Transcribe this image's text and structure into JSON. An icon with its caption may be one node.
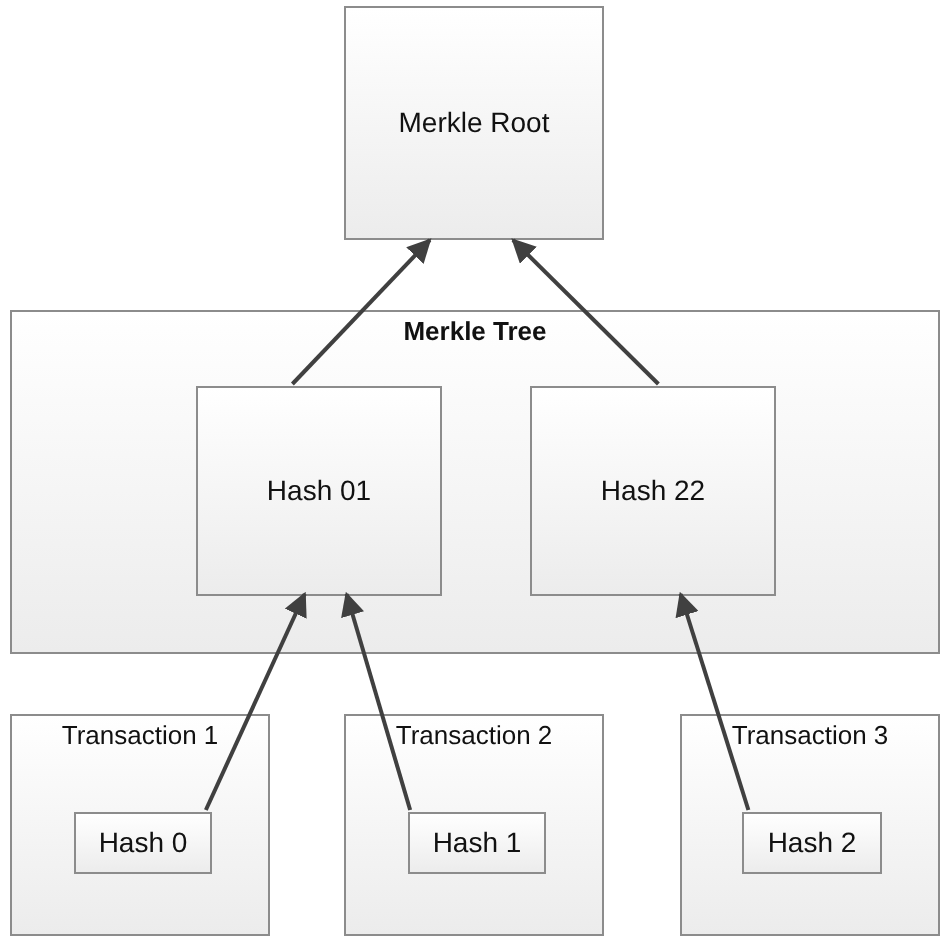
{
  "diagram": {
    "nodes": [
      {
        "text": [
          "Merkle Root"
        ]
      },
      {
        "text": [
          "Merkle Tree"
        ]
      },
      {
        "text": [
          "Hash 01"
        ],
        "in": 1
      },
      {
        "text": [
          "Hash 22"
        ],
        "in": 1
      },
      {
        "text": [
          "Transaction 1"
        ]
      },
      {
        "text": [
          "Hash 0"
        ],
        "in": 4
      },
      {
        "text": [
          "Transaction 2"
        ]
      },
      {
        "text": [
          "Hash 1"
        ],
        "in": 6
      },
      {
        "text": [
          "Transaction 3"
        ]
      },
      {
        "text": [
          "Hash 2"
        ],
        "in": 8
      }
    ],
    "edges": [
      {
        "from": 2,
        "to": 0,
        "arrow": "to"
      },
      {
        "from": 3,
        "to": 0,
        "arrow": "to"
      },
      {
        "from": 5,
        "to": 2,
        "arrow": "to"
      },
      {
        "from": 7,
        "to": 2,
        "arrow": "to"
      },
      {
        "from": 9,
        "to": 3,
        "arrow": "to"
      }
    ]
  }
}
